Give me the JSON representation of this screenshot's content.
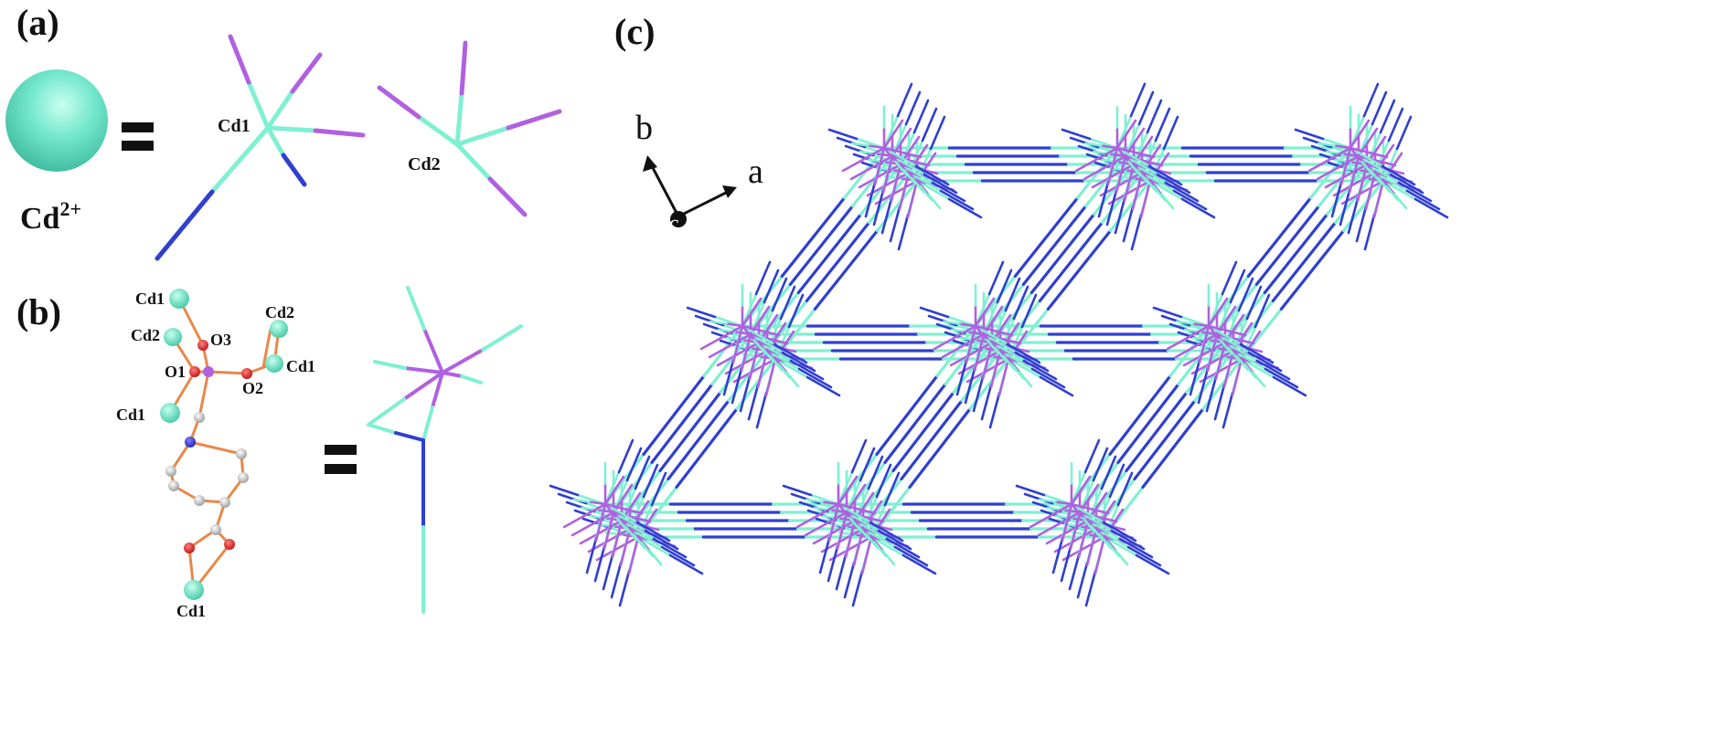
{
  "panels": {
    "a": "(a)",
    "b": "(b)",
    "c": "(c)"
  },
  "panel_a": {
    "ion_label": "Cd",
    "ion_charge": "2+",
    "equals": "=",
    "node1_label": "Cd1",
    "node2_label": "Cd2"
  },
  "panel_b": {
    "equals": "=",
    "atoms": {
      "cd1_top": "Cd1",
      "cd2_left": "Cd2",
      "o3": "O3",
      "cd2_right": "Cd2",
      "o1": "O1",
      "cd1_right": "Cd1",
      "o2": "O2",
      "cd1_left": "Cd1",
      "cd1_bottom": "Cd1"
    }
  },
  "panel_c": {
    "axis_b": "b",
    "axis_a": "a",
    "axis_c": "c"
  },
  "colors": {
    "cyan": "#7ff0d2",
    "blue": "#2f3fd0",
    "magenta": "#b060e0",
    "sphere": "#6ee6c8",
    "oxygen": "#e02020",
    "bond": "#e8884a",
    "carbon": "#c8c8c8"
  }
}
